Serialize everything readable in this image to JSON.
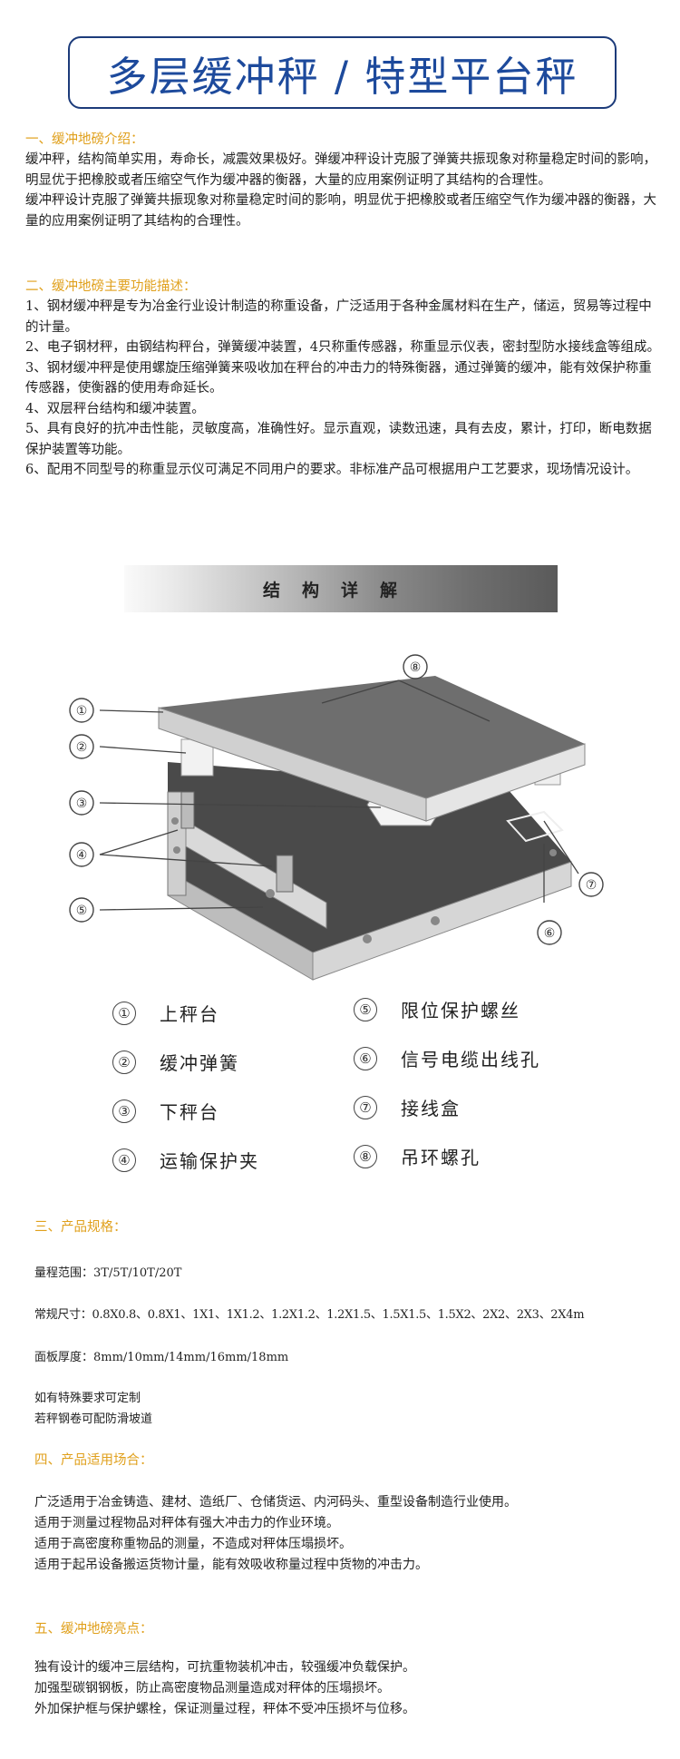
{
  "title": "多层缓冲秤 / 特型平台秤",
  "section1": {
    "heading": "一、缓冲地磅介绍：",
    "paragraphs": [
      "缓冲秤，结构简单实用，寿命长，减震效果极好。弹缓冲秤设计克服了弹簧共振现象对称量稳定时间的影响，明显优于把橡胶或者压缩空气作为缓冲器的衡器，大量的应用案例证明了其结构的合理性。",
      "缓冲秤设计克服了弹簧共振现象对称量稳定时间的影响，明显优于把橡胶或者压缩空气作为缓冲器的衡器，大量的应用案例证明了其结构的合理性。"
    ]
  },
  "section2": {
    "heading": "二、缓冲地磅主要功能描述：",
    "items": [
      "1、钢材缓冲秤是专为冶金行业设计制造的称重设备，广泛适用于各种金属材料在生产，储运，贸易等过程中的计量。",
      "2、电子钢材秤，由钢结构秤台，弹簧缓冲装置，4只称重传感器，称重显示仪表，密封型防水接线盒等组成。",
      "3、钢材缓冲秤是使用螺旋压缩弹簧来吸收加在秤台的冲击力的特殊衡器，通过弹簧的缓冲，能有效保护称重传感器，使衡器的使用寿命延长。",
      "4、双层秤台结构和缓冲装置。",
      "5、具有良好的抗冲击性能，灵敏度高，准确性好。显示直观，读数迅速，具有去皮，累计，打印，断电数据保护装置等功能。",
      "6、配用不同型号的称重显示仪可满足不同用户的要求。非标准产品可根据用户工艺要求，现场情况设计。"
    ]
  },
  "banner": "结构详解",
  "diagram_markers": [
    "①",
    "②",
    "③",
    "④",
    "⑤",
    "⑥",
    "⑦",
    "⑧"
  ],
  "legend": [
    {
      "num": "①",
      "label": "上秤台"
    },
    {
      "num": "②",
      "label": "缓冲弹簧"
    },
    {
      "num": "③",
      "label": "下秤台"
    },
    {
      "num": "④",
      "label": "运输保护夹"
    },
    {
      "num": "⑤",
      "label": "限位保护螺丝"
    },
    {
      "num": "⑥",
      "label": "信号电缆出线孔"
    },
    {
      "num": "⑦",
      "label": "接线盒"
    },
    {
      "num": "⑧",
      "label": "吊环螺孔"
    }
  ],
  "section3": {
    "heading": "三、产品规格：",
    "range": "量程范围：3T/5T/10T/20T",
    "size": "常规尺寸：0.8X0.8、0.8X1、1X1、1X1.2、1.2X1.2、1.2X1.5、1.5X1.5、1.5X2、2X2、2X3、2X4m",
    "thickness": "面板厚度：8mm/10mm/14mm/16mm/18mm",
    "custom": "如有特殊要求可定制",
    "antiskid": "若秤钢卷可配防滑坡道"
  },
  "section4": {
    "heading": "四、产品适用场合：",
    "items": [
      "广泛适用于冶金铸造、建材、造纸厂、仓储货运、内河码头、重型设备制造行业使用。",
      "适用于测量过程物品对秤体有强大冲击力的作业环境。",
      "适用于高密度称重物品的测量，不造成对秤体压塌损坏。",
      "适用于起吊设备搬运货物计量，能有效吸收称量过程中货物的冲击力。"
    ]
  },
  "section5": {
    "heading": "五、缓冲地磅亮点：",
    "items": [
      "独有设计的缓冲三层结构，可抗重物装机冲击，较强缓冲负载保护。",
      "加强型碳钢钢板，防止高密度物品测量造成对秤体的压塌损坏。",
      "外加保护框与保护螺栓，保证测量过程，秤体不受冲压损坏与位移。"
    ]
  }
}
